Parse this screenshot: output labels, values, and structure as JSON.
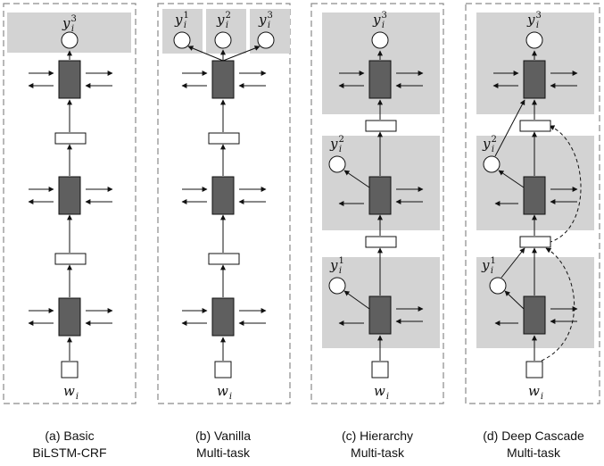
{
  "panels": [
    {
      "id": "a",
      "caption_line1": "(a) Basic",
      "caption_line2": "BiLSTM-CRF",
      "input": {
        "var": "w",
        "sub": "i"
      },
      "output_labels": [
        {
          "var": "y",
          "sub": "i",
          "sup": "3"
        }
      ]
    },
    {
      "id": "b",
      "caption_line1": "(b) Vanilla",
      "caption_line2": "Multi-task",
      "input": {
        "var": "w",
        "sub": "i"
      },
      "output_labels": [
        {
          "var": "y",
          "sub": "i",
          "sup": "1"
        },
        {
          "var": "y",
          "sub": "i",
          "sup": "2"
        },
        {
          "var": "y",
          "sub": "i",
          "sup": "3"
        }
      ]
    },
    {
      "id": "c",
      "caption_line1": "(c) Hierarchy",
      "caption_line2": "Multi-task",
      "input": {
        "var": "w",
        "sub": "i"
      },
      "output_labels": [
        {
          "var": "y",
          "sub": "i",
          "sup": "1"
        },
        {
          "var": "y",
          "sub": "i",
          "sup": "2"
        },
        {
          "var": "y",
          "sub": "i",
          "sup": "3"
        }
      ]
    },
    {
      "id": "d",
      "caption_line1": "(d) Deep Cascade",
      "caption_line2": "Multi-task",
      "input": {
        "var": "w",
        "sub": "i"
      },
      "output_labels": [
        {
          "var": "y",
          "sub": "i",
          "sup": "1"
        },
        {
          "var": "y",
          "sub": "i",
          "sup": "2"
        },
        {
          "var": "y",
          "sub": "i",
          "sup": "3"
        }
      ]
    }
  ],
  "colors": {
    "panel_border": "#8a8a8a",
    "shade": "#d3d3d3",
    "lstm_cell": "#5f5f5f",
    "stroke": "#111111"
  }
}
